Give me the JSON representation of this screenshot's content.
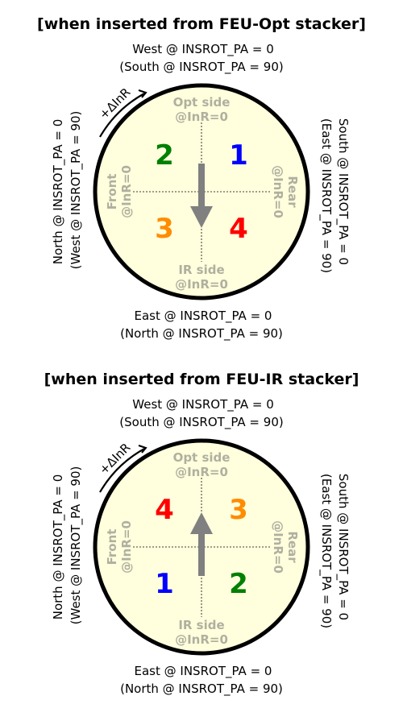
{
  "colors": {
    "circle_fill": "#ffffdd",
    "circle_stroke": "#000000",
    "side_label": "#b0b0a0",
    "arrow": "#808080",
    "blue": "#0000ff",
    "green": "#008000",
    "orange": "#ff8c00",
    "red": "#ff0000"
  },
  "panels": [
    {
      "title": "[when inserted from FEU-Opt stacker]",
      "top_line1": "West @ INSROT_PA =  0",
      "top_line2": "(South @ INSROT_PA = 90)",
      "bottom_line1": "East @ INSROT_PA =  0",
      "bottom_line2": "(North @ INSROT_PA = 90)",
      "left_line1": "North @ INSROT_PA =  0",
      "left_line2": "(West @ INSROT_PA = 90)",
      "right_line1": "South @ INSROT_PA =  0",
      "right_line2": "(East @ INSROT_PA = 90)",
      "rotation_label": "+ΔInR",
      "opt_side_1": "Opt side",
      "opt_side_2": "@InR=0",
      "ir_side_1": "IR side",
      "ir_side_2": "@InR=0",
      "front_1": "Front",
      "front_2": "@InR=0",
      "rear_1": "Rear",
      "rear_2": "@InR=0",
      "arrow_direction": "down",
      "q_top_left": {
        "text": "2",
        "color": "green"
      },
      "q_top_right": {
        "text": "1",
        "color": "blue"
      },
      "q_bottom_left": {
        "text": "3",
        "color": "orange"
      },
      "q_bottom_right": {
        "text": "4",
        "color": "red"
      }
    },
    {
      "title": "[when inserted from FEU-IR stacker]",
      "top_line1": "West @ INSROT_PA =  0",
      "top_line2": "(South @ INSROT_PA = 90)",
      "bottom_line1": "East @ INSROT_PA =  0",
      "bottom_line2": "(North @ INSROT_PA = 90)",
      "left_line1": "North @ INSROT_PA =  0",
      "left_line2": "(West @ INSROT_PA = 90)",
      "right_line1": "South @ INSROT_PA =  0",
      "right_line2": "(East @ INSROT_PA = 90)",
      "rotation_label": "+ΔInR",
      "opt_side_1": "Opt side",
      "opt_side_2": "@InR=0",
      "ir_side_1": "IR side",
      "ir_side_2": "@InR=0",
      "front_1": "Front",
      "front_2": "@InR=0",
      "rear_1": "Rear",
      "rear_2": "@InR=0",
      "arrow_direction": "up",
      "q_top_left": {
        "text": "4",
        "color": "red"
      },
      "q_top_right": {
        "text": "3",
        "color": "orange"
      },
      "q_bottom_left": {
        "text": "1",
        "color": "blue"
      },
      "q_bottom_right": {
        "text": "2",
        "color": "green"
      }
    }
  ]
}
